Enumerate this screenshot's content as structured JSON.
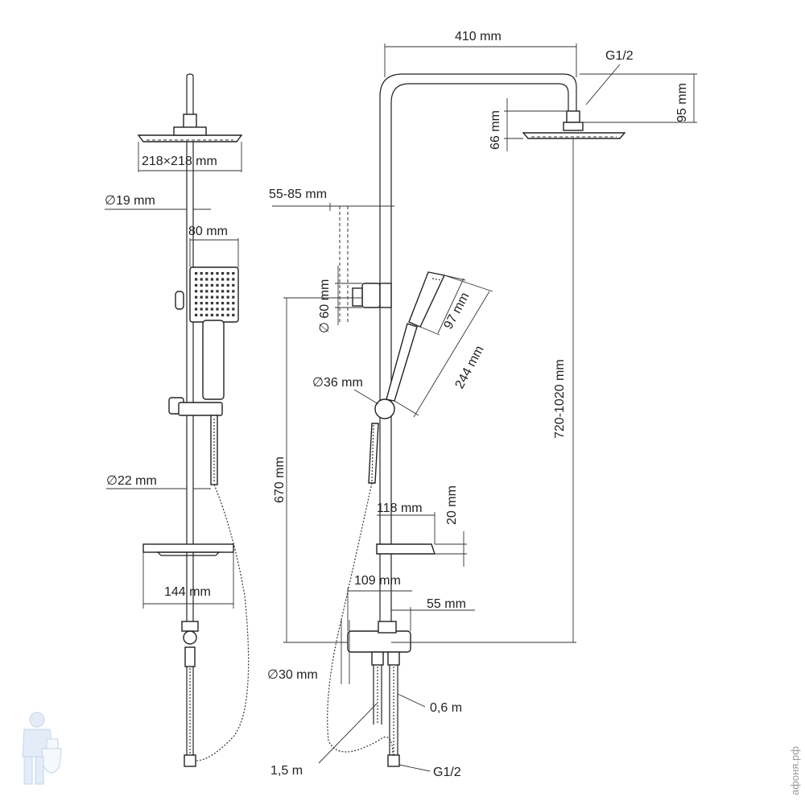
{
  "dimensions": {
    "head_size": "218×218 mm",
    "pipe_diameter_top": "∅19 mm",
    "handshower_width": "80 mm",
    "pipe_diameter_bottom": "∅22 mm",
    "shelf_width": "144 mm",
    "arm_reach": "410 mm",
    "head_thread": "G1/2",
    "arm_drop": "95 mm",
    "head_drop": "66 mm",
    "holder_offset": "55-85 mm",
    "holder_diameter": "∅ 60 mm",
    "handshower_head_length": "97 mm",
    "handshower_length": "244 mm",
    "outlet_diameter": "∅36 mm",
    "head_height": "720-1020 mm",
    "lower_height": "670 mm",
    "shelf_depth": "118 mm",
    "shelf_thickness": "20 mm",
    "mixer_depth": "109 mm",
    "mixer_offset": "55 mm",
    "mixer_pipe_diameter": "∅30 mm",
    "hose_short": "0,6 m",
    "hose_long": "1,5 m",
    "inlet_thread": "G1/2"
  },
  "watermark": {
    "text": "афоня.рф"
  }
}
